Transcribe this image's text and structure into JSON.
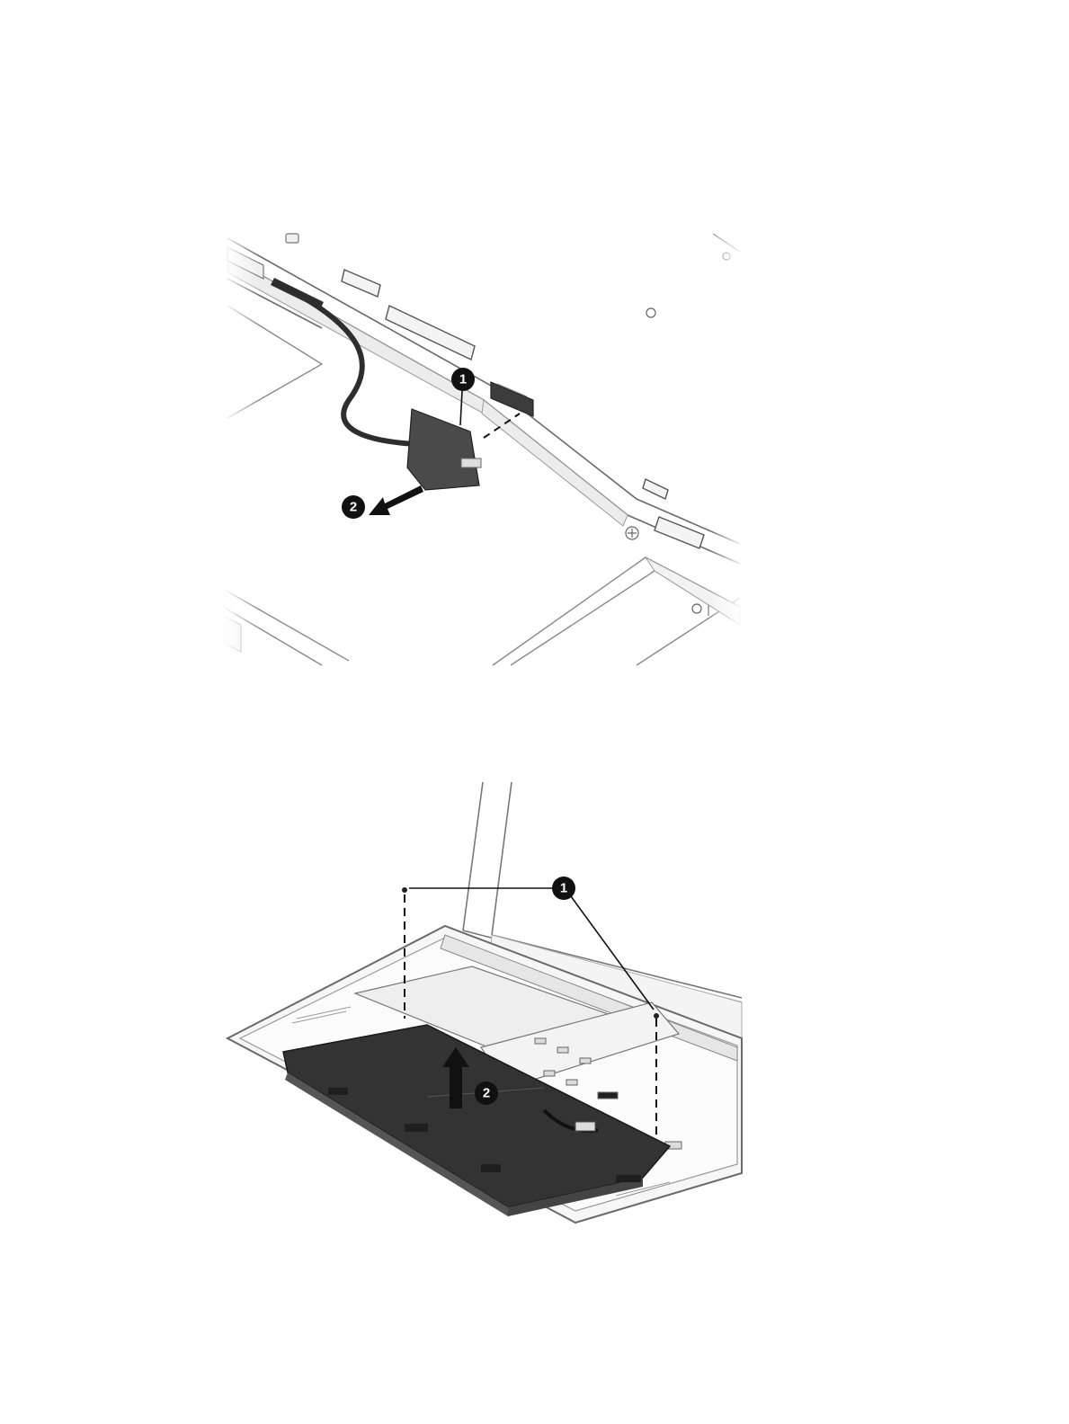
{
  "page": {
    "background": "#ffffff"
  },
  "figure_top": {
    "callouts": [
      {
        "label": "1"
      },
      {
        "label": "2"
      }
    ]
  },
  "figure_bottom": {
    "callouts": [
      {
        "label": "1"
      },
      {
        "label": "2"
      }
    ]
  },
  "colors": {
    "line": "#5a5a5a",
    "light_line": "#b8b8b8",
    "fill_light": "#f2f2f2",
    "fill_mid": "#e4e4e4",
    "battery": "#3a3a3a",
    "cable": "#2e2e2e",
    "callout": "#111111"
  }
}
